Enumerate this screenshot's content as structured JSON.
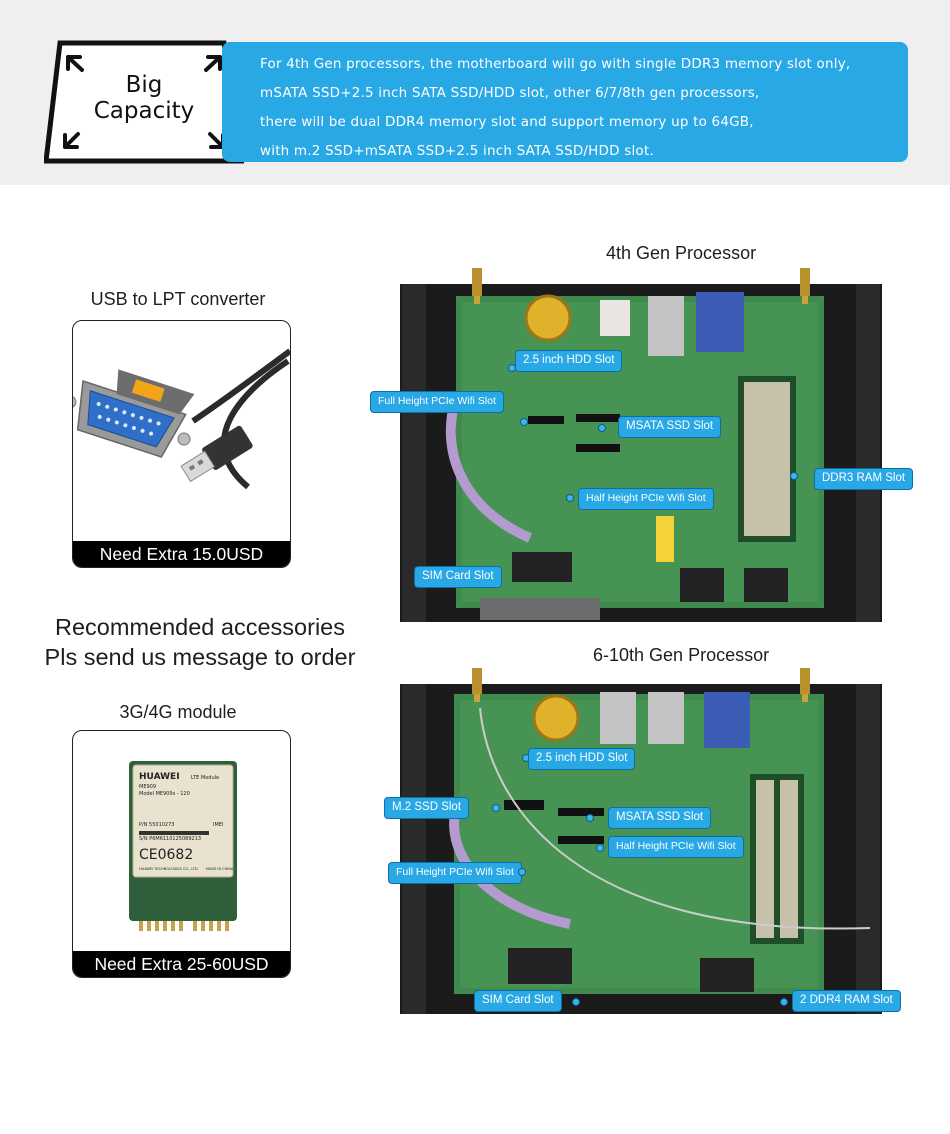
{
  "banner": {
    "badge_lines": [
      "Big",
      "Capacity"
    ],
    "lines": [
      "For 4th Gen processors, the motherboard will go with single DDR3 memory slot only,",
      "mSATA SSD+2.5 inch SATA SSD/HDD slot, other 6/7/8th gen processors,",
      "there will be dual DDR4 memory slot and support memory up to 64GB,",
      "with m.2 SSD+mSATA SSD+2.5 inch SATA SSD/HDD slot."
    ],
    "accent_color": "#29a8e6"
  },
  "accessories": {
    "usb_lpt": {
      "title": "USB to LPT converter",
      "price": "Need Extra 15.0USD",
      "icon": "parallel-cable-image"
    },
    "heading": [
      "Recommended accessories",
      "Pls send us message to order"
    ],
    "module": {
      "title": "3G/4G module",
      "price": "Need Extra 25-60USD",
      "icon": "lte-module-image",
      "module_print": [
        "HUAWEI",
        "LTE Module",
        "ME909",
        "Model ME909s - 120",
        "P/N 55010273",
        "IMEI",
        "S/N P6M6110125089213",
        "CE0682",
        "HUAWEI TECHNOLOGIES CO., LTD.",
        "MADE IN CHINA"
      ]
    }
  },
  "boards": {
    "gen4": {
      "title": "4th Gen Processor",
      "labels": {
        "hdd": "2.5 inch HDD Slot",
        "wifi_full": "Full Height PCIe Wifi Slot",
        "msata": "MSATA SSD Slot",
        "ddr3": "DDR3 RAM Slot",
        "wifi_half": "Half Height PCIe Wifi Slot",
        "sim": "SIM Card Slot"
      }
    },
    "gen6_10": {
      "title": "6-10th Gen Processor",
      "labels": {
        "hdd": "2.5 inch HDD Slot",
        "m2": "M.2 SSD Slot",
        "msata": "MSATA SSD Slot",
        "wifi_half": "Half Height PCIe Wifi Slot",
        "wifi_full": "Full Height PCIe Wifi Slot",
        "sim": "SIM Card Slot",
        "ddr4": "2 DDR4 RAM Slot"
      }
    }
  }
}
